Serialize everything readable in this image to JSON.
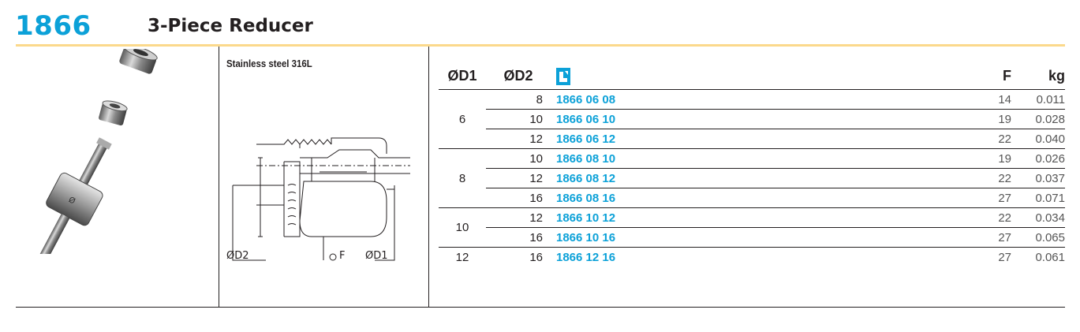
{
  "header": {
    "code": "1866",
    "title": "3-Piece Reducer"
  },
  "material": "Stainless steel 316L",
  "drawing_labels": {
    "d2": "ØD2",
    "f": "F",
    "d1": "ØD1"
  },
  "table": {
    "columns": {
      "d1": "ØD1",
      "d2": "ØD2",
      "ref_icon": "catalog-icon",
      "f": "F",
      "kg": "kg"
    },
    "groups": [
      {
        "d1": "6",
        "rows": [
          {
            "d2": "8",
            "ref": "1866 06 08",
            "f": "14",
            "kg": "0.011"
          },
          {
            "d2": "10",
            "ref": "1866 06 10",
            "f": "19",
            "kg": "0.028"
          },
          {
            "d2": "12",
            "ref": "1866 06 12",
            "f": "22",
            "kg": "0.040"
          }
        ]
      },
      {
        "d1": "8",
        "rows": [
          {
            "d2": "10",
            "ref": "1866 08 10",
            "f": "19",
            "kg": "0.026"
          },
          {
            "d2": "12",
            "ref": "1866 08 12",
            "f": "22",
            "kg": "0.037"
          },
          {
            "d2": "16",
            "ref": "1866 08 16",
            "f": "27",
            "kg": "0.071"
          }
        ]
      },
      {
        "d1": "10",
        "rows": [
          {
            "d2": "12",
            "ref": "1866 10 12",
            "f": "22",
            "kg": "0.034"
          },
          {
            "d2": "16",
            "ref": "1866 10 16",
            "f": "27",
            "kg": "0.065"
          }
        ]
      },
      {
        "d1": "12",
        "rows": [
          {
            "d2": "16",
            "ref": "1866 12 16",
            "f": "27",
            "kg": "0.061"
          }
        ]
      }
    ]
  },
  "colors": {
    "accent": "#0ca1d8",
    "rule": "#fbd98b",
    "text": "#231f20"
  }
}
